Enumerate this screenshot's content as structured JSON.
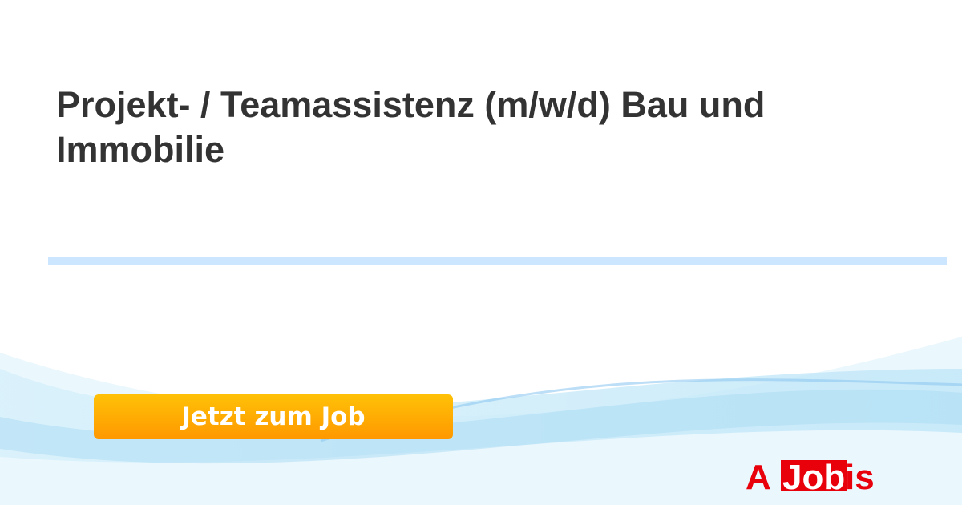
{
  "job": {
    "title": "Projekt- / Teamassistenz (m/w/d) Bau und Immobilie"
  },
  "cta": {
    "label": "Jetzt zum Job"
  },
  "brand": {
    "logo_text": "AJobis",
    "color": "#e8000b",
    "accent": "#ff9800"
  }
}
